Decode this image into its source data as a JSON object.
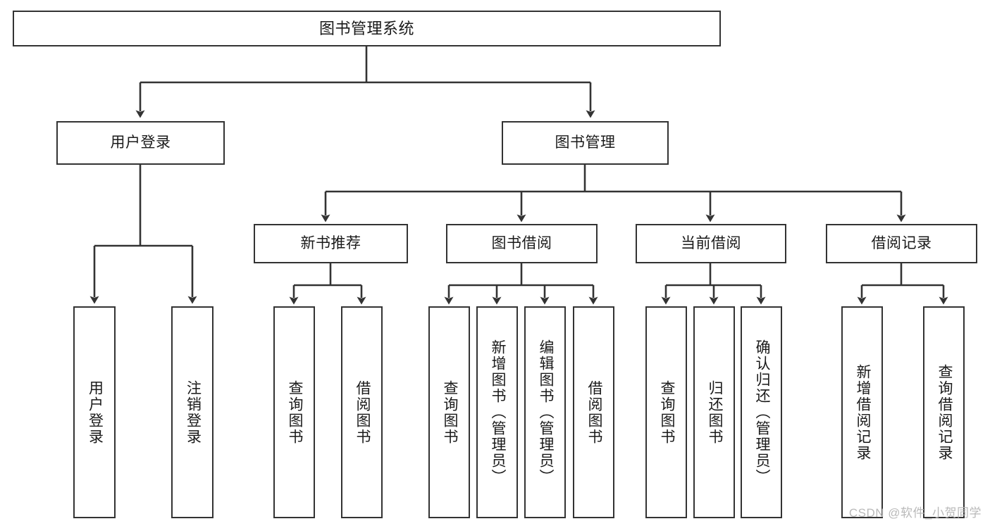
{
  "diagram": {
    "title": "图书管理系统",
    "type": "tree",
    "watermark": "CSDN @软件_小贺同学",
    "colors": {
      "background": "#ffffff",
      "border": "#333333",
      "text": "#1a1a1a",
      "connector": "#333333",
      "watermark": "#b9b9b9"
    },
    "nodes": {
      "root": {
        "label": "图书管理系统"
      },
      "level2": [
        {
          "id": "user-login",
          "label": "用户登录"
        },
        {
          "id": "book-manage",
          "label": "图书管理"
        }
      ],
      "level3": [
        {
          "id": "new-book-rec",
          "label": "新书推荐"
        },
        {
          "id": "book-borrow",
          "label": "图书借阅"
        },
        {
          "id": "current-borrow",
          "label": "当前借阅"
        },
        {
          "id": "borrow-record",
          "label": "借阅记录"
        }
      ],
      "leaves": {
        "user-login": [
          {
            "id": "leaf-user-login",
            "label": "用户登录"
          },
          {
            "id": "leaf-logout",
            "label": "注销登录"
          }
        ],
        "new-book-rec": [
          {
            "id": "leaf-query-book-1",
            "label": "查询图书"
          },
          {
            "id": "leaf-borrow-book-1",
            "label": "借阅图书"
          }
        ],
        "book-borrow": [
          {
            "id": "leaf-query-book-2",
            "label": "查询图书"
          },
          {
            "id": "leaf-add-book",
            "label": "新增图书（管理员）"
          },
          {
            "id": "leaf-edit-book",
            "label": "编辑图书（管理员）"
          },
          {
            "id": "leaf-borrow-book-2",
            "label": "借阅图书"
          }
        ],
        "current-borrow": [
          {
            "id": "leaf-query-book-3",
            "label": "查询图书"
          },
          {
            "id": "leaf-return-book",
            "label": "归还图书"
          },
          {
            "id": "leaf-confirm-return",
            "label": "确认归还（管理员）"
          }
        ],
        "borrow-record": [
          {
            "id": "leaf-add-record",
            "label": "新增借阅记录"
          },
          {
            "id": "leaf-query-record",
            "label": "查询借阅记录"
          }
        ]
      }
    }
  }
}
